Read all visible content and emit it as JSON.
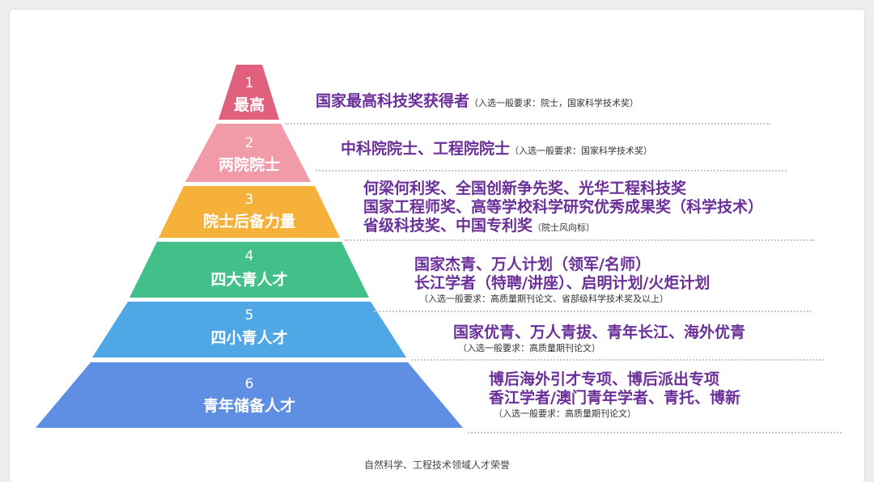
{
  "tiers": [
    {
      "level": "1",
      "name": "最高",
      "color": "#e0607e",
      "lines": [
        "国家最高科技奖获得者"
      ],
      "note": "（入选一般要求：院士，国家科学技术奖）"
    },
    {
      "level": "2",
      "name": "两院院士",
      "color": "#f19aa8",
      "lines": [
        "中科院院士、工程院院士"
      ],
      "note": "（入选一般要求：国家科学技术奖）"
    },
    {
      "level": "3",
      "name": "院士后备力量",
      "color": "#f6b13a",
      "lines": [
        "何梁何利奖、全国创新争先奖、光华工程科技奖",
        "国家工程师奖、高等学校科学研究优秀成果奖（科学技术）",
        "省级科技奖、中国专利奖"
      ],
      "note": "（院士风向标）"
    },
    {
      "level": "4",
      "name": "四大青人才",
      "color": "#43c08a",
      "lines": [
        "国家杰青、万人计划（领军/名师）",
        "长江学者（特聘/讲座）、启明计划/火炬计划"
      ],
      "note": "（入选一般要求：高质量期刊论文、省部级科学技术奖及以上）"
    },
    {
      "level": "5",
      "name": "四小青人才",
      "color": "#4fa7e6",
      "lines": [
        "国家优青、万人青拔、青年长江、海外优青"
      ],
      "note": "（入选一般要求：高质量期刊论文）"
    },
    {
      "level": "6",
      "name": "青年储备人才",
      "color": "#5e8fe3",
      "lines": [
        "博后海外引才专项、博后派出专项",
        "香江学者/澳门青年学者、青托、博新"
      ],
      "note": "（入选一般要求：高质量期刊论文）"
    }
  ],
  "caption": "自然科学、工程技术领域人才荣誉"
}
